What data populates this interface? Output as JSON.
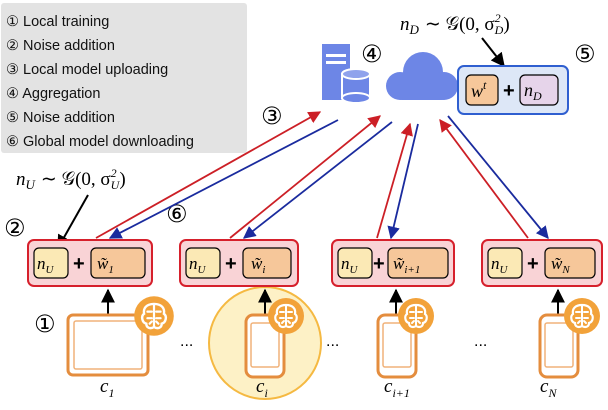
{
  "legend": {
    "items": [
      "① Local training",
      "② Noise addition",
      "③ Local model uploading",
      "④ Aggregation",
      "⑤ Noise addition",
      "⑥ Global model downloading"
    ]
  },
  "steps": {
    "s1": "①",
    "s2": "②",
    "s3": "③",
    "s4": "④",
    "s5": "⑤",
    "s6": "⑥"
  },
  "formulas": {
    "server_noise_var": "n",
    "server_noise_sub": "D",
    "server_noise_dist": "∼ 𝒢(0, σ",
    "server_noise_sub2": "D",
    "server_noise_end": ")",
    "client_noise_var": "n",
    "client_noise_sub": "U",
    "client_noise_dist": "∼ 𝒢(0, σ",
    "client_noise_sub2": "U",
    "client_noise_end": ")",
    "sq": "2"
  },
  "server": {
    "global_w": "w",
    "global_t": "t",
    "plus": "+",
    "noise_n": "n",
    "noise_sub": "D"
  },
  "clients": [
    {
      "n": "n",
      "nsub": "U",
      "plus": "+",
      "w": "w̃",
      "wsub": "1",
      "label": "c",
      "labelsub": "1"
    },
    {
      "n": "n",
      "nsub": "U",
      "plus": "+",
      "w": "w̃",
      "wsub": "i",
      "label": "c",
      "labelsub": "i"
    },
    {
      "n": "n",
      "nsub": "U",
      "plus": "+",
      "w": "w̃",
      "wsub": "i+1",
      "label": "c",
      "labelsub": "i+1"
    },
    {
      "n": "n",
      "nsub": "U",
      "plus": "+",
      "w": "w̃",
      "wsub": "N",
      "label": "c",
      "labelsub": "N"
    }
  ],
  "ellipses": [
    "...",
    "...",
    "..."
  ],
  "colors": {
    "legend_bg": "#e3e3e3",
    "client_box_fill": "#f9d3d6",
    "client_box_stroke": "#d6202c",
    "server_box_fill": "#dde7f7",
    "server_box_stroke": "#2f5fd0",
    "noise_cell": "#fbe9b5",
    "weight_cell": "#f6c79a",
    "server_noise_cell": "#e6d4ea",
    "upload_arrow": "#cc1f26",
    "download_arrow": "#1a2b9e",
    "cloud": "#6d86e6",
    "device_stroke": "#e48d3e",
    "brain": "#f2a23a",
    "highlight_circle": "#fdf1c6"
  },
  "icons": [
    "server-icon",
    "cloud-icon",
    "tablet-icon",
    "phone-icon",
    "brain-icon"
  ]
}
